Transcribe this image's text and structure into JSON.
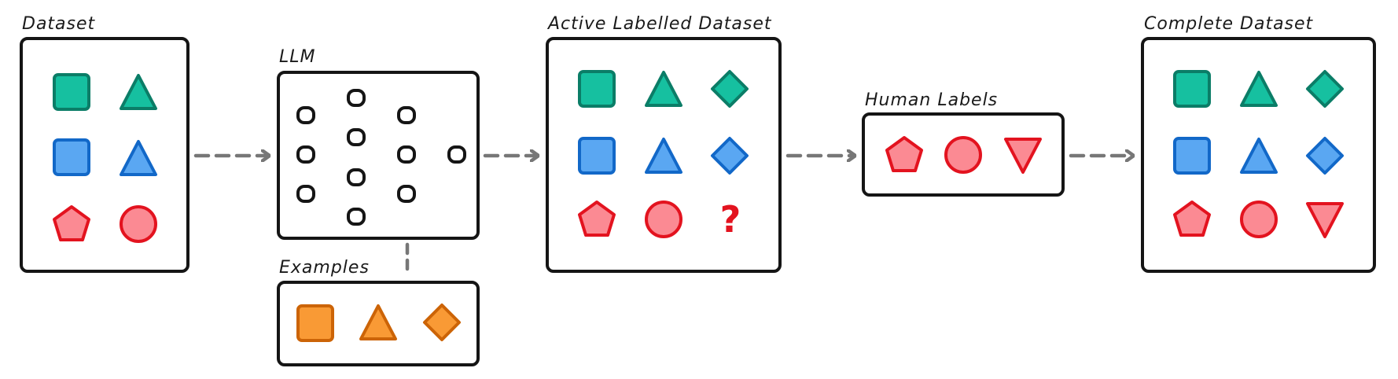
{
  "labels": {
    "dataset": "Dataset",
    "llm": "LLM",
    "examples": "Examples",
    "active": "Active Labelled Dataset",
    "human": "Human Labels",
    "complete": "Complete Dataset"
  },
  "unknown_mark": "?",
  "colors": {
    "teal_fill": "#16c0a0",
    "teal_stroke": "#0b7d67",
    "blue_fill": "#5aa7f2",
    "blue_stroke": "#1268c8",
    "red_fill": "#fb8a93",
    "red_stroke": "#e3131f",
    "orange_fill": "#f99a35",
    "orange_stroke": "#cc6407",
    "connector": "#777777",
    "outline": "#151515"
  }
}
